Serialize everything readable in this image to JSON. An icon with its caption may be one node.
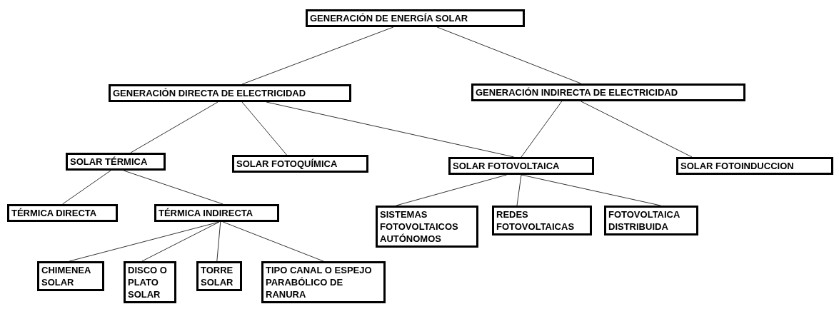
{
  "diagram": {
    "nodes": [
      {
        "text": [
          "GENERACIÓN DE ENERGÍA SOLAR"
        ]
      },
      {
        "text": [
          "GENERACIÓN DIRECTA DE ELECTRICIDAD"
        ]
      },
      {
        "text": [
          "GENERACIÓN INDIRECTA DE ELECTRICIDAD"
        ]
      },
      {
        "text": [
          "SOLAR TÉRMICA"
        ]
      },
      {
        "text": [
          "SOLAR FOTOQUÍMICA"
        ]
      },
      {
        "text": [
          "SOLAR FOTOVOLTAICA"
        ]
      },
      {
        "text": [
          "SOLAR FOTOINDUCCION"
        ]
      },
      {
        "text": [
          "TÉRMICA DIRECTA"
        ]
      },
      {
        "text": [
          "TÉRMICA INDIRECTA"
        ]
      },
      {
        "text": [
          "SISTEMAS FOTOVOLTAICOS AUTÓNOMOS"
        ]
      },
      {
        "text": [
          "REDES FOTOVOLTAICAS"
        ]
      },
      {
        "text": [
          "FOTOVOLTAICA DISTRIBUIDA"
        ]
      },
      {
        "text": [
          "CHIMENEA SOLAR"
        ]
      },
      {
        "text": [
          "DISCO O PLATO SOLAR"
        ]
      },
      {
        "text": [
          "TORRE SOLAR"
        ]
      },
      {
        "text": [
          "TIPO CANAL O ESPEJO PARABÓLICO DE RANURA"
        ]
      }
    ],
    "edges": [
      {
        "from": 0,
        "to": 1,
        "arrow": "none"
      },
      {
        "from": 0,
        "to": 2,
        "arrow": "none"
      },
      {
        "from": 1,
        "to": 3,
        "arrow": "none"
      },
      {
        "from": 1,
        "to": 4,
        "arrow": "none"
      },
      {
        "from": 1,
        "to": 5,
        "arrow": "none"
      },
      {
        "from": 2,
        "to": 5,
        "arrow": "none"
      },
      {
        "from": 2,
        "to": 6,
        "arrow": "none"
      },
      {
        "from": 3,
        "to": 7,
        "arrow": "none"
      },
      {
        "from": 3,
        "to": 8,
        "arrow": "none"
      },
      {
        "from": 8,
        "to": 12,
        "arrow": "none"
      },
      {
        "from": 8,
        "to": 13,
        "arrow": "none"
      },
      {
        "from": 8,
        "to": 14,
        "arrow": "none"
      },
      {
        "from": 8,
        "to": 15,
        "arrow": "none"
      },
      {
        "from": 5,
        "to": 9,
        "arrow": "none"
      },
      {
        "from": 5,
        "to": 10,
        "arrow": "none"
      },
      {
        "from": 5,
        "to": 11,
        "arrow": "none"
      }
    ]
  }
}
